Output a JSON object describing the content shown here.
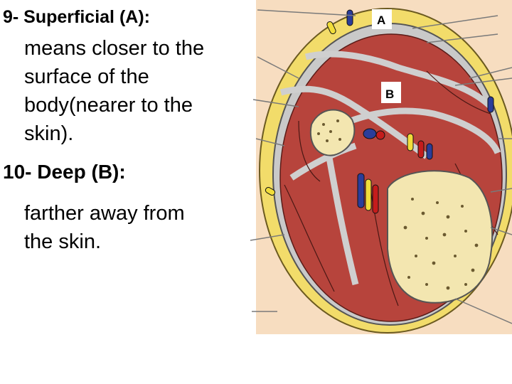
{
  "slide": {
    "item9": {
      "heading": "9- Superficial (A):",
      "lines": [
        "means closer to the",
        "surface of the",
        "body(nearer to the",
        "skin)."
      ]
    },
    "item10": {
      "heading": "10- Deep (B):",
      "lines": [
        "farther away from",
        "the skin."
      ]
    }
  },
  "figure": {
    "labels": {
      "a": "A",
      "b": "B"
    },
    "colors": {
      "skin": "#f7ddc0",
      "fat": "#f2dc6a",
      "fascia": "#c9c9c9",
      "muscle": "#b7443c",
      "bone_marrow": "#f3e6b0",
      "artery": "#c41c1c",
      "vein": "#2a3d9a",
      "nerve": "#f1dd3a"
    }
  }
}
